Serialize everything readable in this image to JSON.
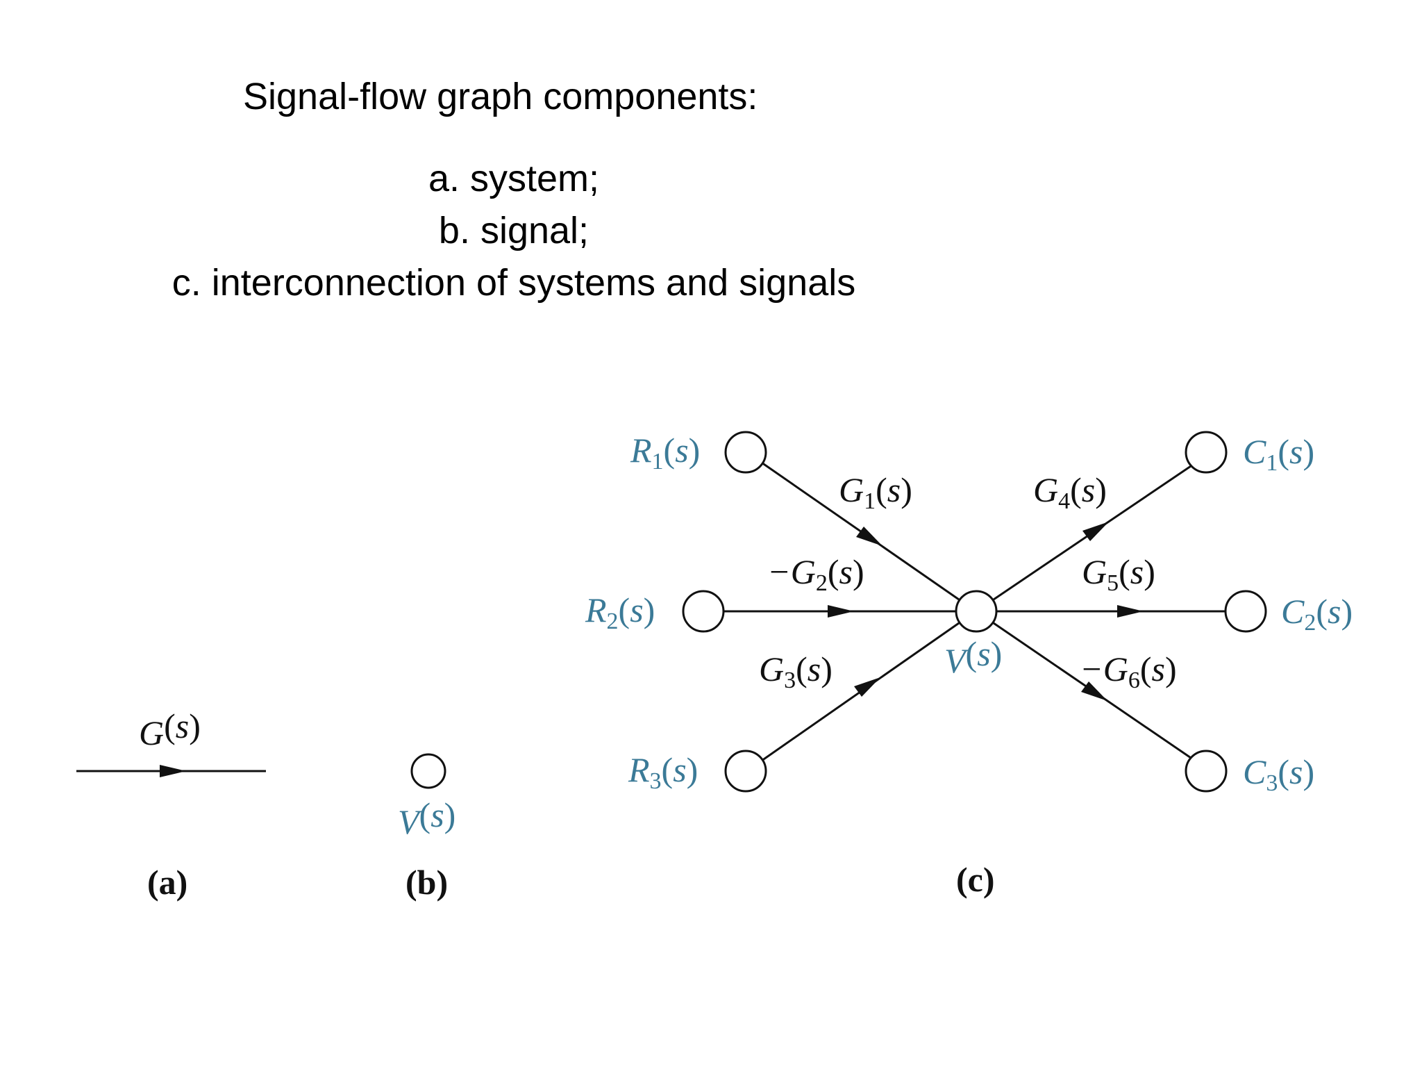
{
  "heading": "Signal-flow graph components:",
  "items": [
    "a. system;",
    "b. signal;",
    "c. interconnection of systems and signals"
  ],
  "diagram_a": {
    "gain": [
      "G",
      "",
      "(",
      "s",
      ")"
    ],
    "caption": "(a)"
  },
  "diagram_b": {
    "node": [
      "V",
      "",
      "(",
      "s",
      ")"
    ],
    "caption": "(b)"
  },
  "diagram_c": {
    "caption": "(c)",
    "center_node": [
      "V",
      "",
      "(",
      "s",
      ")"
    ],
    "inputs": [
      [
        "R",
        "1",
        "(",
        "s",
        ")"
      ],
      [
        "R",
        "2",
        "(",
        "s",
        ")"
      ],
      [
        "R",
        "3",
        "(",
        "s",
        ")"
      ]
    ],
    "outputs": [
      [
        "C",
        "1",
        "(",
        "s",
        ")"
      ],
      [
        "C",
        "2",
        "(",
        "s",
        ")"
      ],
      [
        "C",
        "3",
        "(",
        "s",
        ")"
      ]
    ],
    "gains": [
      [
        "G",
        "1",
        "(",
        "s",
        ")"
      ],
      [
        "−G",
        "2",
        "(",
        "s",
        ")"
      ],
      [
        "G",
        "3",
        "(",
        "s",
        ")"
      ],
      [
        "G",
        "4",
        "(",
        "s",
        ")"
      ],
      [
        "G",
        "5",
        "(",
        "s",
        ")"
      ],
      [
        "−G",
        "6",
        "(",
        "s",
        ")"
      ]
    ]
  },
  "colors": {
    "signal_label": "#3b7a97",
    "gain_label": "#111111"
  }
}
